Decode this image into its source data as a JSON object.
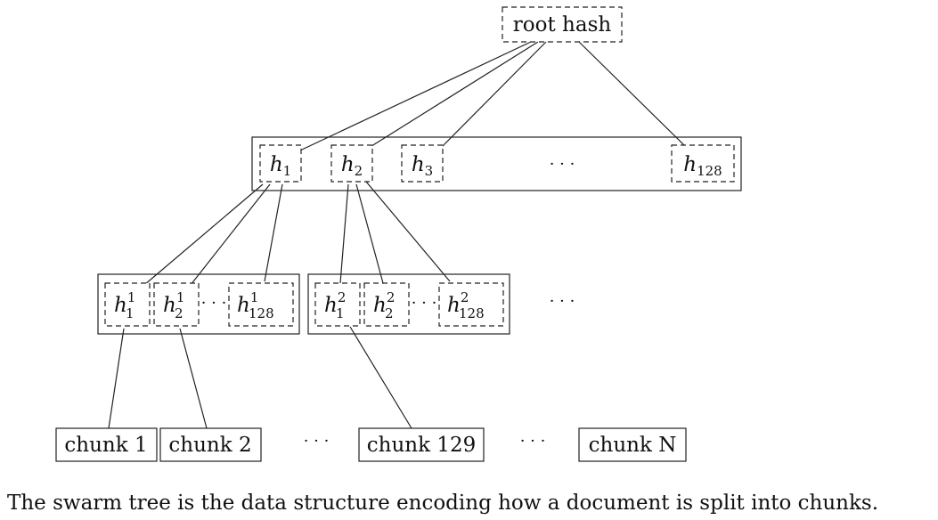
{
  "diagram": {
    "root": {
      "label": "root hash"
    },
    "level1": {
      "nodes": [
        {
          "base": "h",
          "sub": "1"
        },
        {
          "base": "h",
          "sub": "2"
        },
        {
          "base": "h",
          "sub": "3"
        },
        {
          "base": "h",
          "sub": "128"
        }
      ],
      "ellipsis": "· · ·"
    },
    "level2": {
      "groups": [
        {
          "nodes": [
            {
              "base": "h",
              "sup": "1",
              "sub": "1"
            },
            {
              "base": "h",
              "sup": "1",
              "sub": "2"
            },
            {
              "base": "h",
              "sup": "1",
              "sub": "128"
            }
          ],
          "ellipsis": "· · ·"
        },
        {
          "nodes": [
            {
              "base": "h",
              "sup": "2",
              "sub": "1"
            },
            {
              "base": "h",
              "sup": "2",
              "sub": "2"
            },
            {
              "base": "h",
              "sup": "2",
              "sub": "128"
            }
          ],
          "ellipsis": "· · ·"
        }
      ],
      "trailing_ellipsis": "· · ·"
    },
    "chunks": [
      {
        "label": "chunk 1"
      },
      {
        "label": "chunk 2"
      },
      {
        "label": "chunk 129"
      },
      {
        "label": "chunk N"
      }
    ],
    "chunk_ellipses": [
      "· · ·",
      "· · ·"
    ]
  },
  "caption": "The swarm tree is the data structure encoding how a document is split into chunks."
}
